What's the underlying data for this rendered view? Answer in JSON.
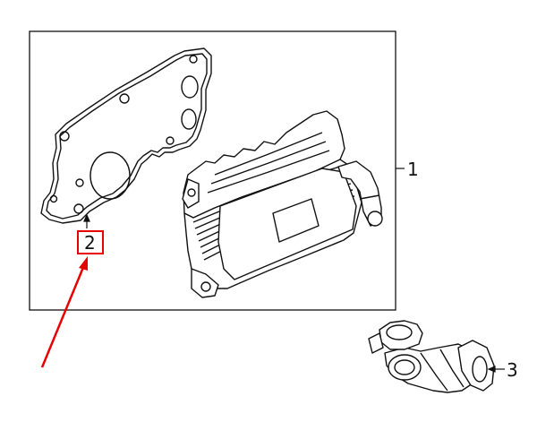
{
  "callouts": {
    "one": "1",
    "two": "2",
    "three": "3"
  },
  "colors": {
    "line": "#111111",
    "highlight": "#e60000",
    "background": "#ffffff"
  }
}
